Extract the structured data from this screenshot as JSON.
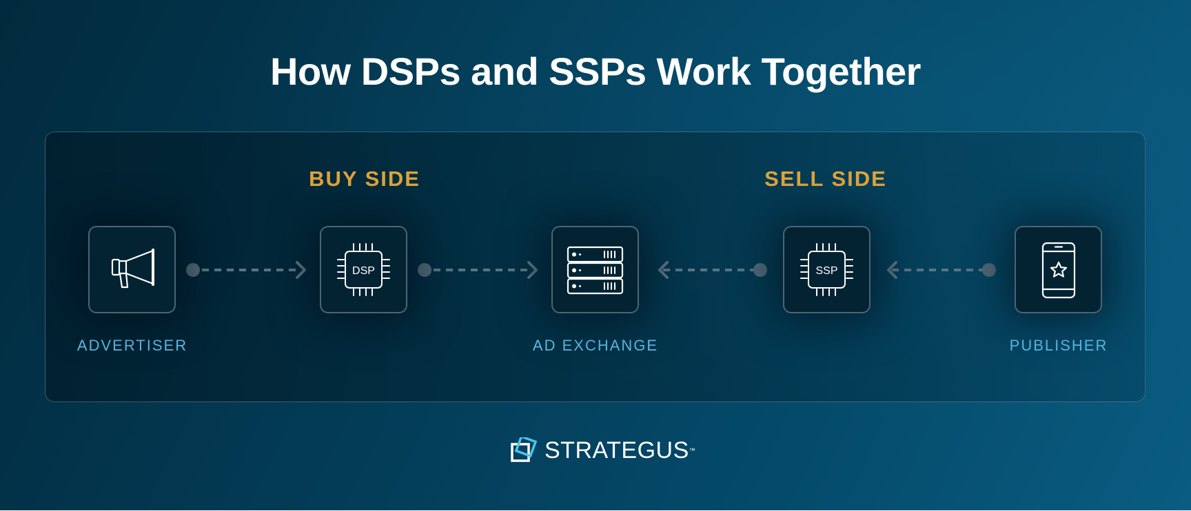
{
  "title": "How DSPs and SSPs Work Together",
  "sides": {
    "buy": "BUY SIDE",
    "sell": "SELL SIDE"
  },
  "nodes": [
    {
      "icon": "megaphone-icon",
      "label": "ADVERTISER"
    },
    {
      "icon": "chip-icon",
      "chip_text": "DSP",
      "label": ""
    },
    {
      "icon": "server-stack-icon",
      "label": "AD EXCHANGE"
    },
    {
      "icon": "chip-icon",
      "chip_text": "SSP",
      "label": ""
    },
    {
      "icon": "smartphone-star-icon",
      "label": "PUBLISHER"
    }
  ],
  "flows": [
    {
      "from": "ADVERTISER",
      "to": "DSP",
      "direction": "right"
    },
    {
      "from": "DSP",
      "to": "AD EXCHANGE",
      "direction": "right"
    },
    {
      "from": "SSP",
      "to": "AD EXCHANGE",
      "direction": "left"
    },
    {
      "from": "PUBLISHER",
      "to": "SSP",
      "direction": "left"
    }
  ],
  "brand": {
    "name": "STRATEGUS",
    "trademark": "™"
  },
  "colors": {
    "side_label": "#e0a43a",
    "node_label": "#5cbfea",
    "brand_accent": "#4cc3f0",
    "connector": "#5b7583"
  }
}
